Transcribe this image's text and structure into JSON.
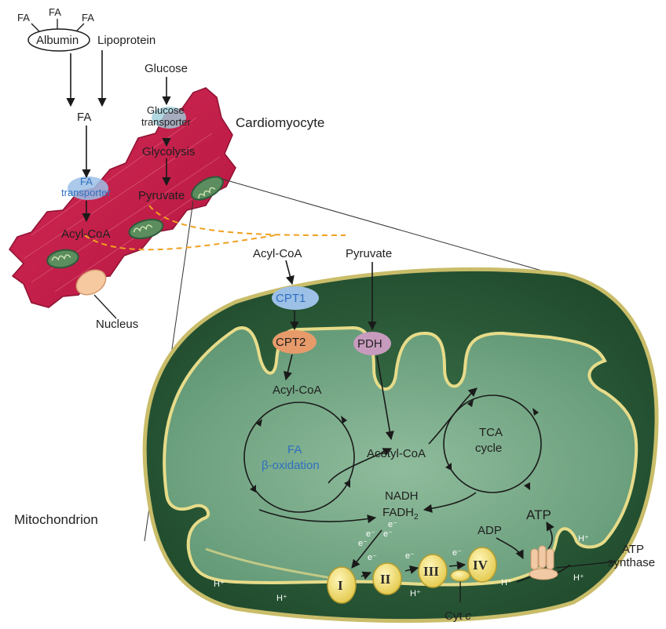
{
  "labels": {
    "fa": "FA",
    "albumin": "Albumin",
    "lipoprotein": "Lipoprotein",
    "glucose": "Glucose",
    "glucose_transporter_1": "Glucose",
    "glucose_transporter_2": "transporter",
    "glycolysis": "Glycolysis",
    "cardiomyocyte": "Cardiomyocyte",
    "fa_transporter_1": "FA",
    "fa_transporter_2": "transporter",
    "pyruvate": "Pyruvate",
    "acyl_coa": "Acyl-CoA",
    "nucleus": "Nucleus",
    "cpt1": "CPT1",
    "cpt2": "CPT2",
    "pdh": "PDH",
    "fa_oxidation_1": "FA",
    "fa_oxidation_2": "β-oxidation",
    "acetyl_coa": "Acetyl-CoA",
    "tca_1": "TCA",
    "tca_2": "cycle",
    "nadh": "NADH",
    "fadh2": "FADH",
    "fadh2_sub": "2",
    "mitochondrion": "Mitochondrion",
    "adp": "ADP",
    "atp": "ATP",
    "atp_synthase_1": "ATP",
    "atp_synthase_2": "synthase",
    "electron": "e⁻",
    "proton": "H⁺",
    "complex_1": "I",
    "complex_2": "II",
    "complex_3": "III",
    "complex_4": "IV",
    "cyt_c": "Cyt",
    "cyt_c_italic": "c"
  },
  "colors": {
    "cell_red": "#c8214a",
    "cell_dark": "#9c1438",
    "mito_outer": "#2f5a3a",
    "mito_inner": "#5e9473",
    "membrane": "#e7dc8a",
    "complex_yellow": "#f3e27a",
    "transporter_blue": "#8db4e0",
    "enzyme_orange": "#e79a6a",
    "pdh_pink": "#c79bbd",
    "dashed_orange": "#f0a020",
    "label_blue": "#2f6fc0"
  },
  "icons": [
    "albumin-ellipse",
    "mitochondrion-small",
    "nucleus",
    "protein-complex",
    "atp-synthase"
  ]
}
